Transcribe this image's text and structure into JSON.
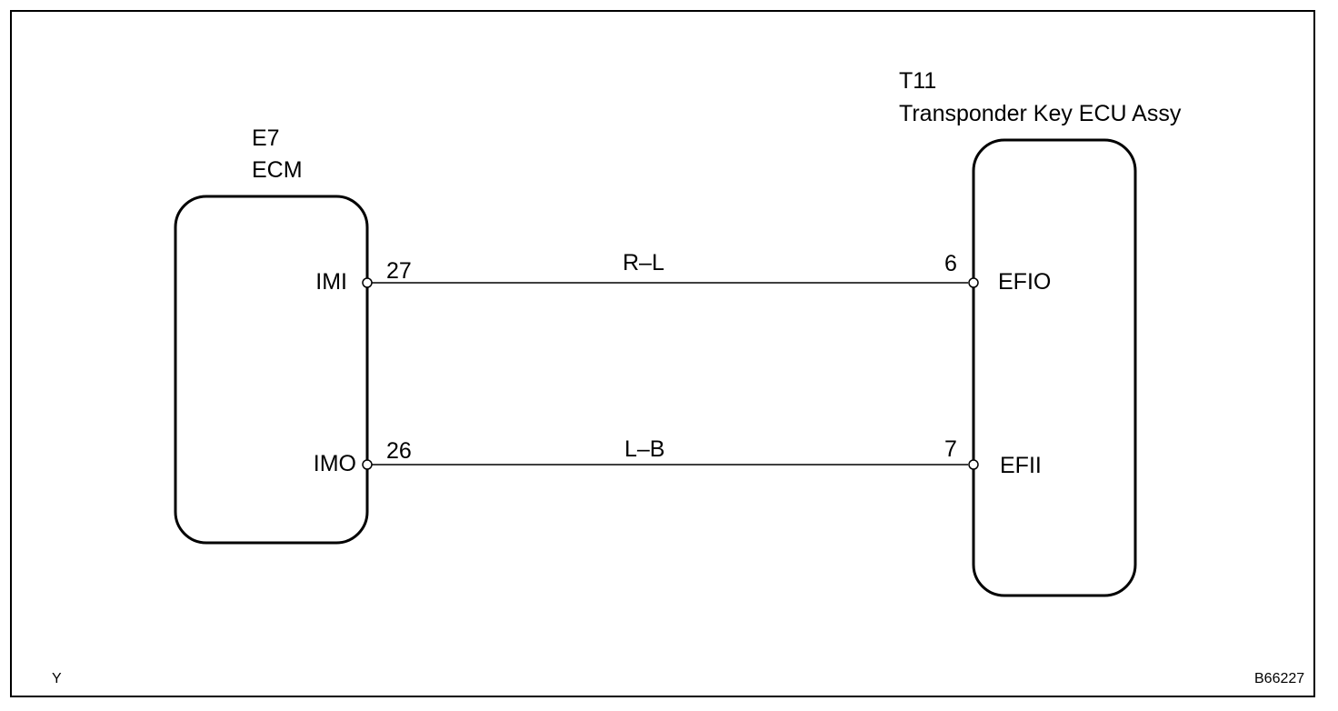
{
  "ecm": {
    "code": "E7",
    "name": "ECM",
    "pins": [
      {
        "terminal": "IMI",
        "number": "27"
      },
      {
        "terminal": "IMO",
        "number": "26"
      }
    ]
  },
  "transponder": {
    "code": "T11",
    "name": "Transponder Key ECU Assy",
    "pins": [
      {
        "terminal": "EFIO",
        "number": "6"
      },
      {
        "terminal": "EFII",
        "number": "7"
      }
    ]
  },
  "wires": [
    {
      "color_code": "R–L"
    },
    {
      "color_code": "L–B"
    }
  ],
  "footer": {
    "left_mark": "Y",
    "figure_id": "B66227"
  }
}
